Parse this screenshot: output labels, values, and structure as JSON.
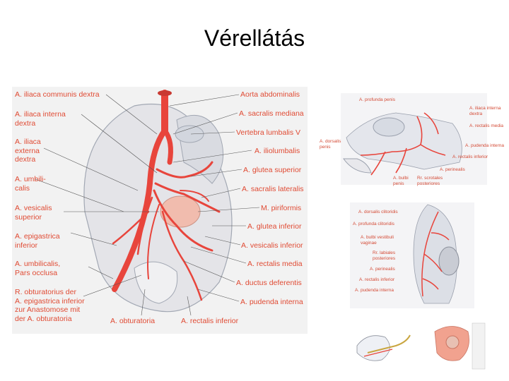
{
  "title": "Vérellátás",
  "main_left_labels": [
    "A. iliaca communis dextra",
    "A. iliaca interna\ndextra",
    "A. iliaca\nexterna\ndextra",
    "A. umbili-\ncalis",
    "A. vesicalis\nsuperior",
    "A. epigastrica\ninferior",
    "A. umbilicalis,\nPars occlusa",
    "R. obturatorius der\nA. epigastrica inferior\nzur Anastomose mit\nder A. obturatoria"
  ],
  "main_right_labels": [
    "Aorta abdominalis",
    "A. sacralis mediana",
    "Vertebra lumbalis V",
    "A. iliolumbalis",
    "A. glutea superior",
    "A. sacralis lateralis",
    "M. piriformis",
    "A. glutea inferior",
    "A. vesicalis inferior",
    "A. rectalis media",
    "A. ductus deferentis",
    "A. pudenda interna"
  ],
  "main_bottom_labels": [
    "A. obturatoria",
    "A. rectalis inferior"
  ],
  "male_labels": [
    "A. profunda penis",
    "A. iliaca interna\ndextra",
    "A. rectalis media",
    "A. dorsalis\npenis",
    "A. pudenda interna",
    "A. rectalis inferior",
    "A. perinealis",
    "A. bulbi\npenis",
    "Rr. scrotales\nposteriores"
  ],
  "female_labels": [
    "A. dorsalis clitoridis",
    "A. profunda clitoridis",
    "A. bulbi vestibuli\nvaginae",
    "Rr. labiales\nposteriores",
    "A. perinealis",
    "A. rectalis inferior",
    "A. pudenda interna"
  ],
  "colors": {
    "artery": "#e8453c",
    "label": "#e04b34",
    "background": "#f2f2f2"
  }
}
